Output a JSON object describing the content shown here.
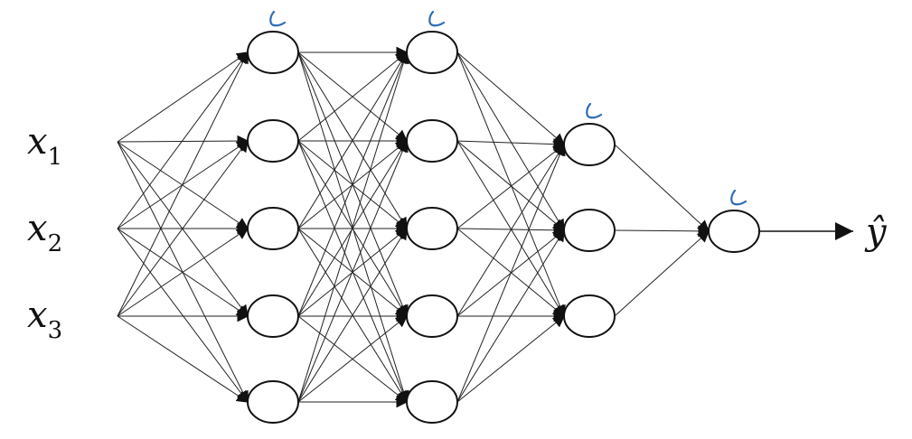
{
  "inputs": [
    {
      "symbol": "x",
      "subscript": "1"
    },
    {
      "symbol": "x",
      "subscript": "2"
    },
    {
      "symbol": "x",
      "subscript": "3"
    }
  ],
  "layers": [
    {
      "units": 5
    },
    {
      "units": 5
    },
    {
      "units": 3
    },
    {
      "units": 1
    }
  ],
  "output": {
    "symbol": "ŷ"
  },
  "colors": {
    "line": "#111111",
    "annotation": "#2f6db5",
    "background": "#ffffff"
  }
}
